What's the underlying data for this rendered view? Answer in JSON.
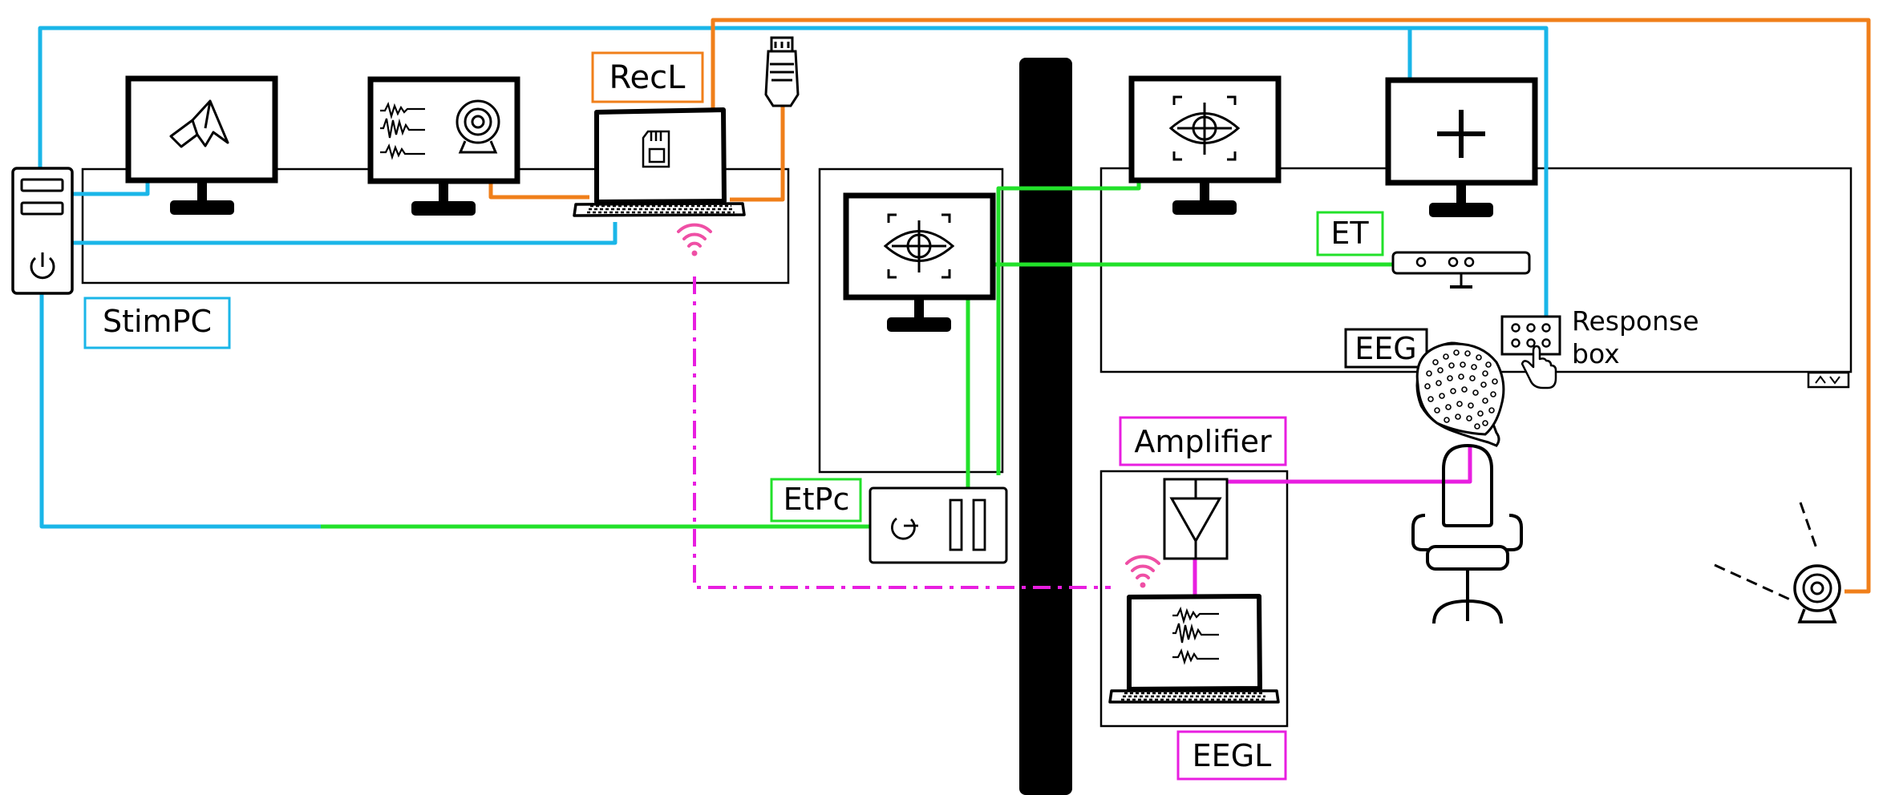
{
  "labels": {
    "stimpc": "StimPC",
    "recl": "RecL",
    "etpc": "EtPc",
    "et": "ET",
    "eeg": "EEG",
    "amplifier": "Amplifier",
    "eegl": "EEGL",
    "response_line1": "Response",
    "response_line2": "box"
  },
  "colors": {
    "stim": "#1ab6e8",
    "rec": "#f07f1a",
    "et": "#22e12a",
    "eeg": "#e81ee0",
    "wifi": "#ef4fa5",
    "ink": "#000000"
  },
  "icons": [
    "computer-tower-icon",
    "matlab-icon",
    "waveform-icon",
    "webcam-icon",
    "laptop-icon",
    "sd-card-icon",
    "ethernet-plug-icon",
    "wifi-icon",
    "eye-target-icon",
    "fixation-cross-icon",
    "eye-tracker-bar-icon",
    "response-box-icon",
    "hand-pointer-icon",
    "eeg-cap-head-icon",
    "chair-icon",
    "amplifier-icon",
    "et-pc-unit-icon",
    "camera-icon"
  ]
}
